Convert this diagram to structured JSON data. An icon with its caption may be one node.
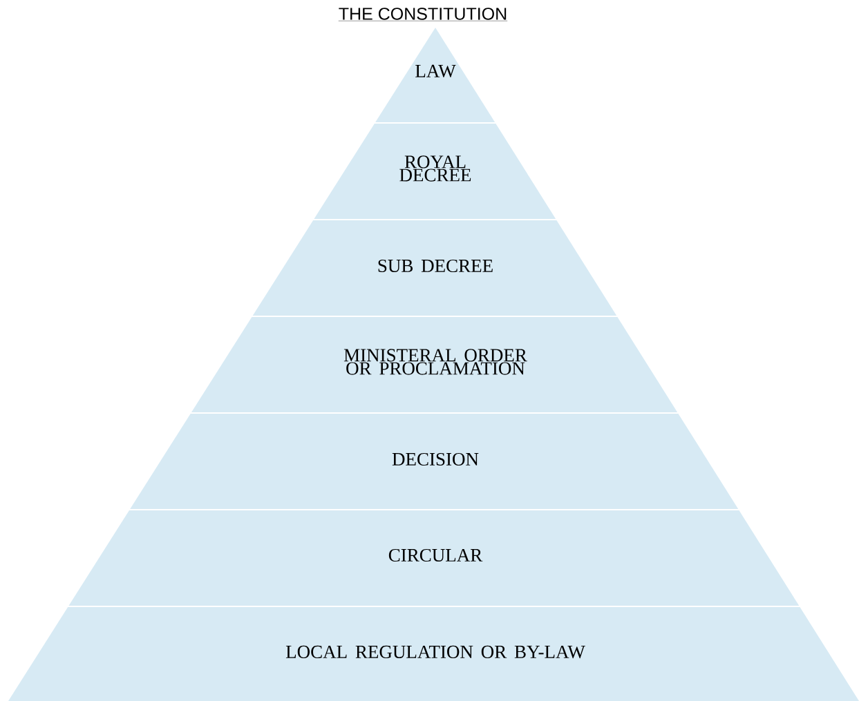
{
  "diagram": {
    "title": "THE CONSTITUTION",
    "nodes": [
      {
        "text": [
          "LAW"
        ]
      },
      {
        "text": [
          "ROYAL DECREE"
        ]
      },
      {
        "text": [
          "SUB DECREE"
        ]
      },
      {
        "text": [
          "MINISTERAL ORDER OR PROCLAMATION"
        ]
      },
      {
        "text": [
          "DECISION"
        ]
      },
      {
        "text": [
          "CIRCULAR"
        ]
      },
      {
        "text": [
          "LOCAL REGULATION OR BY-LAW"
        ]
      }
    ]
  }
}
